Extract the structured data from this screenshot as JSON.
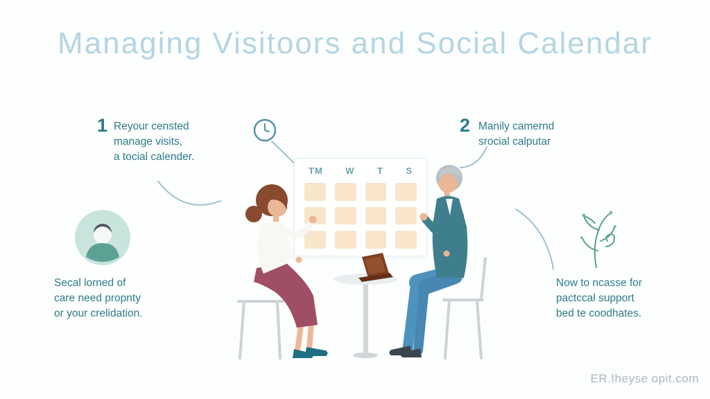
{
  "title": "Managing Visitoors and Social Calendar",
  "steps": [
    {
      "number": "1",
      "lines": [
        "Reyour censted",
        "manage visits,",
        "a tocial calender."
      ]
    },
    {
      "number": "2",
      "lines": [
        "Manily camernd",
        "srocial calputar"
      ]
    }
  ],
  "notes": [
    {
      "lines": [
        "Secal lorned of",
        "care need propnty",
        "or your crelidation."
      ]
    },
    {
      "lines": [
        "Now to ncasse for",
        "pactccal support",
        "bed te coodhates."
      ]
    }
  ],
  "calendar": {
    "headers": [
      "TM",
      "W",
      "T",
      "S"
    ],
    "rows": 3,
    "cols": 4
  },
  "footer": {
    "text": "ER.Iheyse opit.com"
  },
  "colors": {
    "title": "#b4d5e3",
    "teal_text": "#2d7b8a",
    "accent_line": "#9cc2cf",
    "calendar_cell": "#f8e5ca",
    "avatar_bg": "#c8e4dc",
    "plant_green": "#57a18f",
    "footer_gray": "#a9b6bf"
  }
}
